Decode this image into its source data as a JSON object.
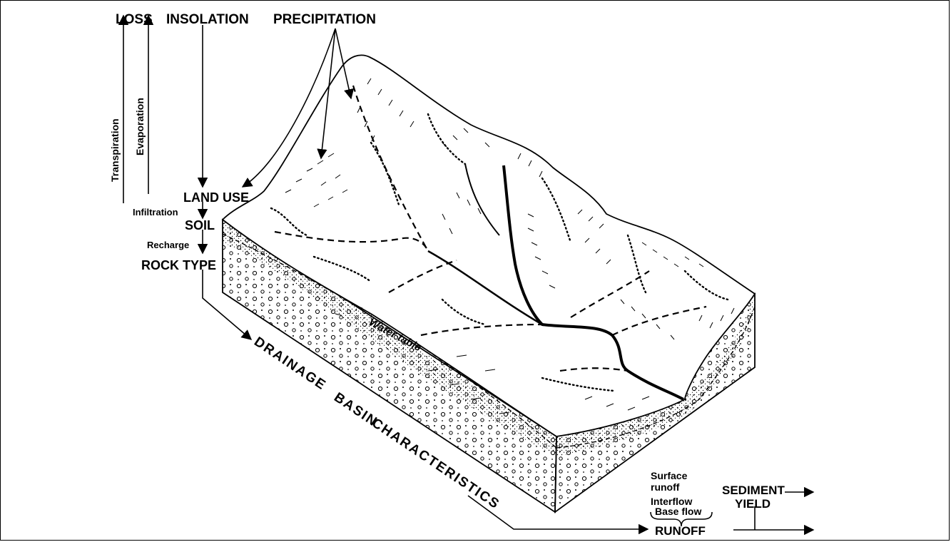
{
  "labels": {
    "loss": "LOSS",
    "insolation": "INSOLATION",
    "precipitation": "PRECIPITATION",
    "transpiration": "Transpiration",
    "evaporation": "Evaporation",
    "land_use": "LAND USE",
    "infiltration": "Infiltration",
    "soil": "SOIL",
    "recharge": "Recharge",
    "rock_type": "ROCK TYPE",
    "drainage": "DRAINAGE",
    "basin": "BASIN",
    "characteristics": "CHARACTERISTICS",
    "water_table": "Water table",
    "surface_runoff_1": "Surface",
    "surface_runoff_2": "runoff",
    "interflow": "Interflow",
    "base_flow": "Base flow",
    "sediment": "SEDIMENT",
    "yield": "YIELD",
    "runoff": "RUNOFF"
  },
  "colors": {
    "ink": "#000000",
    "paper": "#ffffff"
  }
}
